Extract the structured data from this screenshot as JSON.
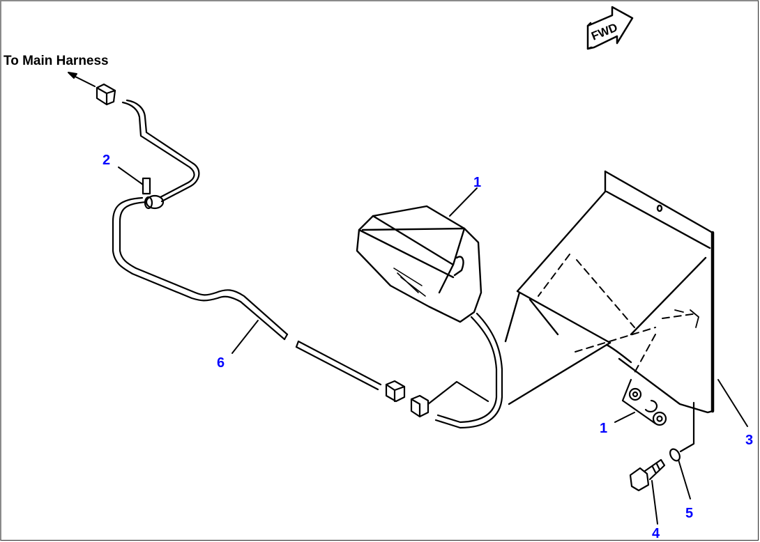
{
  "diagram": {
    "type": "exploded-parts-view",
    "caption": "To Main Harness",
    "direction_badge": "FWD",
    "callout_color": "#0000ff",
    "line_color": "#000000",
    "callouts": [
      {
        "id": "callout-1-lamp",
        "label": "1",
        "part": "lamp assembly"
      },
      {
        "id": "callout-1-fasteners",
        "label": "1",
        "part": "nut / washer set"
      },
      {
        "id": "callout-2",
        "label": "2",
        "part": "clip"
      },
      {
        "id": "callout-3",
        "label": "3",
        "part": "mounting bracket"
      },
      {
        "id": "callout-4",
        "label": "4",
        "part": "bolt"
      },
      {
        "id": "callout-5",
        "label": "5",
        "part": "washer"
      },
      {
        "id": "callout-6",
        "label": "6",
        "part": "wiring harness"
      }
    ]
  }
}
